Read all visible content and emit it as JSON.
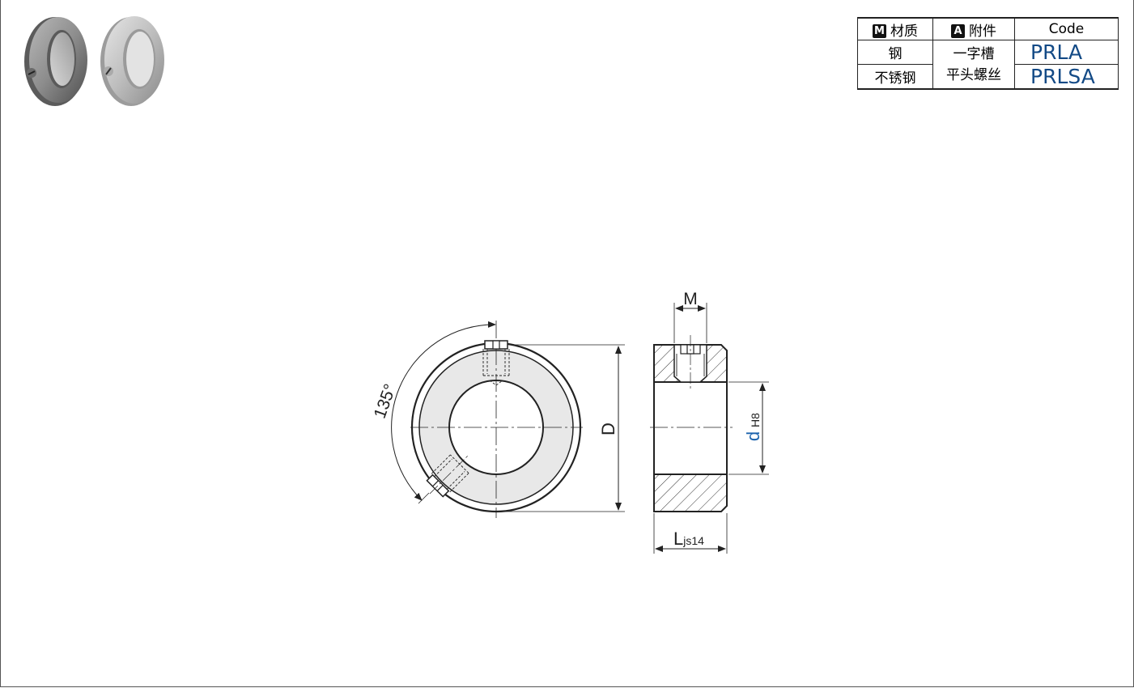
{
  "table": {
    "headers": {
      "material": {
        "badge": "M",
        "label": "材质"
      },
      "accessory": {
        "badge": "A",
        "label": "附件"
      },
      "code": "Code"
    },
    "rows": [
      {
        "material": "钢",
        "code": "PRLA"
      },
      {
        "material": "不锈钢",
        "code": "PRLSA"
      }
    ],
    "accessory_value": [
      "一字槽",
      "平头螺丝"
    ]
  },
  "drawing": {
    "angle_label": "135°",
    "diameter_label": "D",
    "thread_label": "M",
    "bore_label": "d",
    "bore_tolerance": "H8",
    "length_label": "L",
    "length_tolerance": "js14"
  },
  "colors": {
    "code_text": "#134a86",
    "bore_label": "#1d63ad",
    "line": "#222222",
    "fill": "#e8e8e8"
  }
}
